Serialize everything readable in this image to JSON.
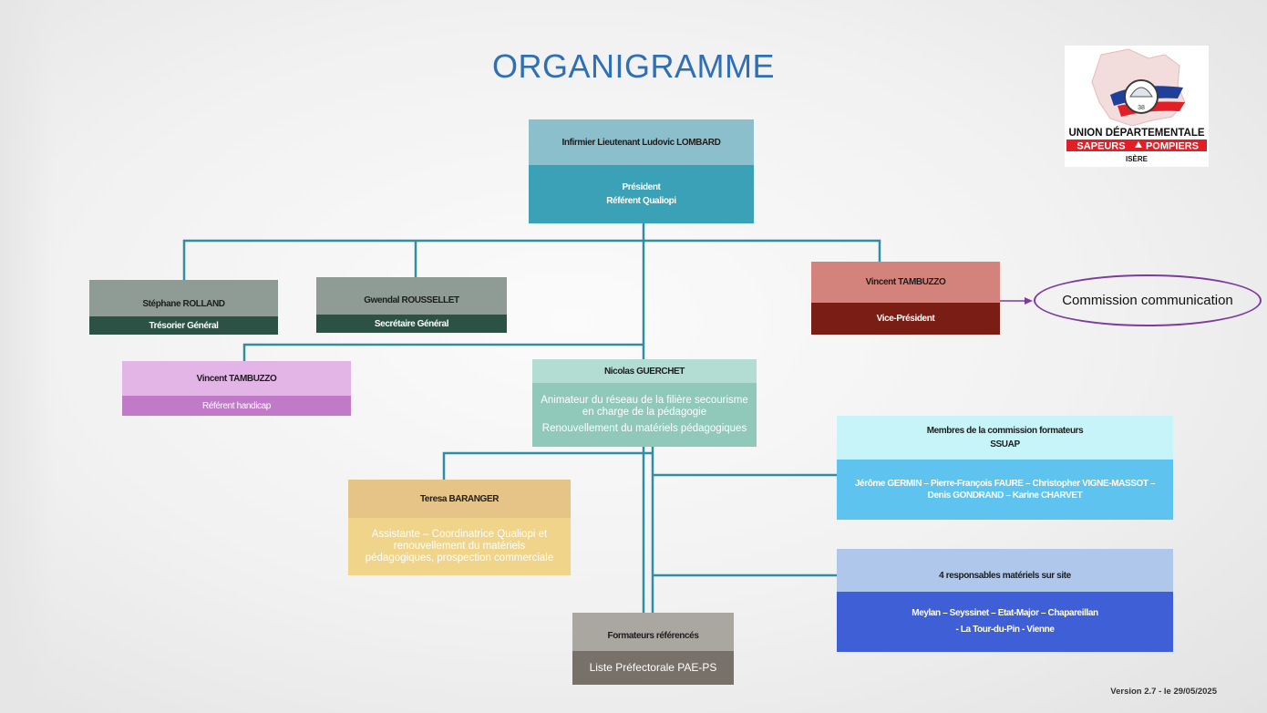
{
  "title": "ORGANIGRAMME",
  "version": "Version 2.7 - le 29/05/2025",
  "logo": {
    "line1": "UNION DÉPARTEMENTALE",
    "line2a": "SAPEURS",
    "line2b": "POMPIERS",
    "line3": "ISÈRE",
    "emblem": "38"
  },
  "nodes": {
    "president": {
      "name": "Infirmier Lieutenant Ludovic LOMBARD",
      "role1": "Président",
      "role2": "Référent Qualiopi"
    },
    "tresorier": {
      "name": "Stéphane ROLLAND",
      "role": "Trésorier Général"
    },
    "secretaire": {
      "name": "Gwendal ROUSSELLET",
      "role": "Secrétaire Général"
    },
    "vice_president": {
      "name": "Vincent TAMBUZZO",
      "role": "Vice-Président"
    },
    "commission_communication": "Commission communication",
    "handicap": {
      "name": "Vincent TAMBUZZO",
      "role": "Référent handicap"
    },
    "animateur": {
      "name": "Nicolas GUERCHET",
      "role1": "Animateur du réseau de la  filière secourisme en charge de la pédagogie",
      "role2": "Renouvellement du matériels pédagogiques"
    },
    "assistante": {
      "name": "Teresa BARANGER",
      "role": "Assistante – Coordinatrice Qualiopi et renouvellement du matériels pédagogiques, prospection commerciale"
    },
    "formateurs": {
      "name1": "Membres de la commission formateurs",
      "name2": "SSUAP",
      "members": "Jérôme GERMIN – Pierre-François FAURE – Christopher VIGNE-MASSOT – Denis GONDRAND – Karine CHARVET"
    },
    "responsables": {
      "name": "4 responsables matériels sur site",
      "sites1": "Meylan – Seyssinet – Etat-Major – Chapareillan",
      "sites2": "- La Tour-du-Pin - Vienne"
    },
    "formateurs_references": {
      "name": "Formateurs référencés",
      "role": "Liste Préfectorale PAE-PS"
    }
  },
  "colors": {
    "title": "#2f6fb5",
    "wire": "#2e8ea6",
    "president_head": "#8bbfcc",
    "president_body": "#3aa1b6",
    "grey_head": "#8e9c95",
    "dark_green": "#2b5244",
    "vp_head": "#d4827c",
    "vp_body": "#7a1d15",
    "handicap_head": "#e3b5e7",
    "handicap_body": "#c07ac8",
    "mint_head": "#b3ddd2",
    "mint_body": "#90c8b9",
    "gold_head": "#e6c488",
    "gold_body": "#efd48a",
    "cyan_head": "#c6f4f9",
    "cyan_body": "#5ec3ef",
    "lightblue_head": "#aec7ea",
    "blue_body": "#3f5fd6",
    "ref_head": "#aaa7a1",
    "ref_body": "#787169",
    "oval_border": "#7d3ba0"
  }
}
